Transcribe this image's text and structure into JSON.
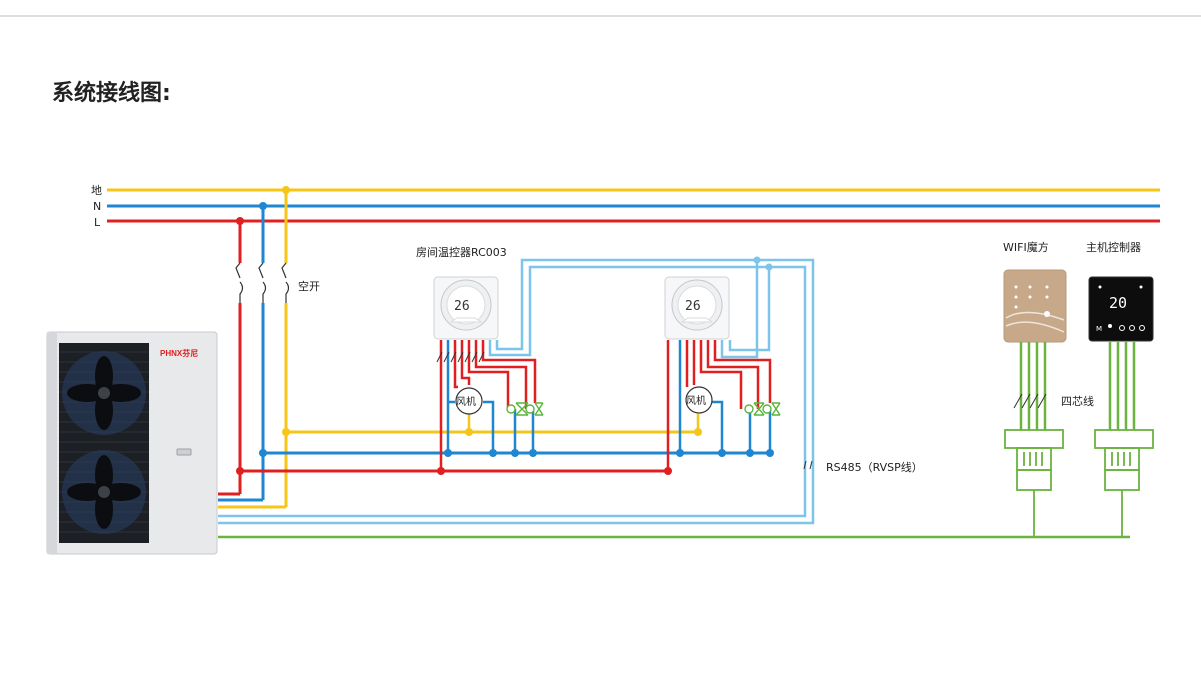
{
  "header": {
    "title": "系统接线图:"
  },
  "wires": {
    "ground_label": "地",
    "neutral_label": "N",
    "live_label": "L"
  },
  "breaker": {
    "label": "空开"
  },
  "outdoor_unit": {
    "brand": "PHNX芬尼"
  },
  "thermostat": {
    "name": "房间温控器RC003",
    "display_value": "26"
  },
  "fan": {
    "label": "风机"
  },
  "rs485": {
    "label": "RS485（RVSP线）"
  },
  "wifi_module": {
    "label": "WIFI魔方"
  },
  "main_controller": {
    "label": "主机控制器",
    "display_value": "20",
    "mode_label": "M"
  },
  "four_core": {
    "label": "四芯线"
  },
  "colors": {
    "ground": "#f5c518",
    "neutral": "#1f86d1",
    "live": "#e02020",
    "signal": "#7cc4ea",
    "green": "#6cb33f",
    "valve": "#5ab43c"
  }
}
